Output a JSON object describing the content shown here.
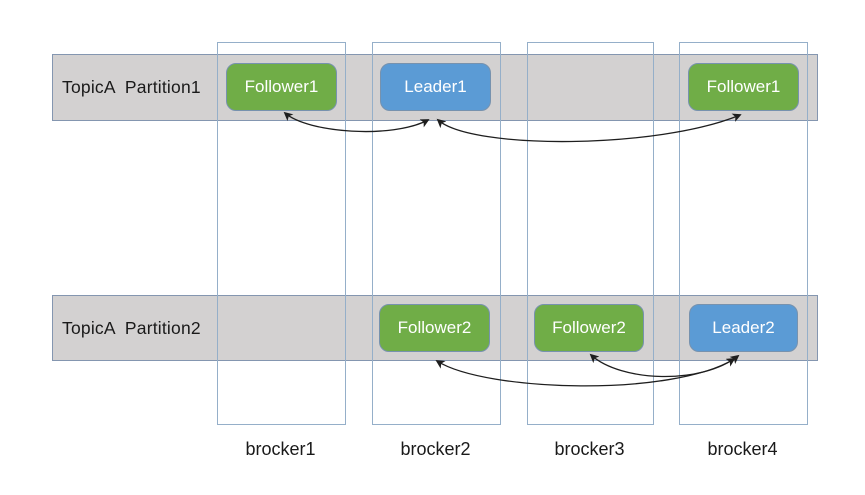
{
  "diagram": {
    "partitions": [
      {
        "label": "TopicA  Partition1"
      },
      {
        "label": "TopicA  Partition2"
      }
    ],
    "brokers": [
      {
        "label": "brocker1"
      },
      {
        "label": "brocker2"
      },
      {
        "label": "brocker3"
      },
      {
        "label": "brocker4"
      }
    ],
    "replicas": [
      {
        "label": "Follower1",
        "role": "follower",
        "partition": "TopicA  Partition1",
        "broker": "brocker1"
      },
      {
        "label": "Leader1",
        "role": "leader",
        "partition": "TopicA  Partition1",
        "broker": "brocker2"
      },
      {
        "label": "Follower1",
        "role": "follower",
        "partition": "TopicA  Partition1",
        "broker": "brocker4"
      },
      {
        "label": "Follower2",
        "role": "follower",
        "partition": "TopicA  Partition2",
        "broker": "brocker2"
      },
      {
        "label": "Follower2",
        "role": "follower",
        "partition": "TopicA  Partition2",
        "broker": "brocker3"
      },
      {
        "label": "Leader2",
        "role": "leader",
        "partition": "TopicA  Partition2",
        "broker": "brocker4"
      }
    ],
    "connections": [
      {
        "between": [
          "Follower1 @ brocker1",
          "Leader1 @ brocker2"
        ],
        "style": "curved-double-arrow"
      },
      {
        "between": [
          "Leader1 @ brocker2",
          "Follower1 @ brocker4"
        ],
        "style": "curved-double-arrow"
      },
      {
        "between": [
          "Follower2 @ brocker2",
          "Leader2 @ brocker4"
        ],
        "style": "curved-double-arrow"
      },
      {
        "between": [
          "Follower2 @ brocker3",
          "Leader2 @ brocker4"
        ],
        "style": "curved-double-arrow"
      }
    ],
    "colors": {
      "follower_fill": "#70AD47",
      "leader_fill": "#5B9BD5",
      "replica_border": "#7792AE",
      "replica_text": "#FFFFFF",
      "band_fill": "#D3D1D1",
      "band_border": "#8496B0",
      "column_border": "#95AFC9",
      "arrow": "#1E1E1E",
      "label_text": "#1A1A1A",
      "background": "#FFFFFF"
    }
  }
}
